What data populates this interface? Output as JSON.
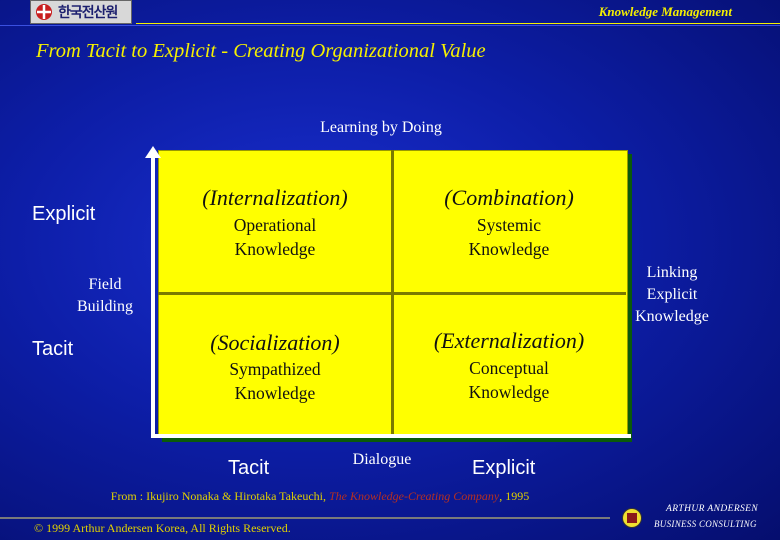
{
  "header": {
    "logo_text": "한국전산원",
    "section": "Knowledge Management",
    "title": "From Tacit to Explicit - Creating Organizational Value"
  },
  "diagram": {
    "top_label": "Learning by Doing",
    "left_label": "Field\nBuilding",
    "right_label": "Linking\nExplicit\nKnowledge",
    "bottom_label": "Dialogue",
    "y_axis": {
      "top": "Explicit",
      "bottom": "Tacit"
    },
    "x_axis": {
      "left": "Tacit",
      "right": "Explicit"
    },
    "quadrants": {
      "top_left": {
        "mode": "(Internalization)",
        "knowledge": "Operational\nKnowledge"
      },
      "top_right": {
        "mode": "(Combination)",
        "knowledge": "Systemic\nKnowledge"
      },
      "bottom_left": {
        "mode": "(Socialization)",
        "knowledge": "Sympathized\nKnowledge"
      },
      "bottom_right": {
        "mode": "(Externalization)",
        "knowledge": "Conceptual\nKnowledge"
      }
    }
  },
  "footer": {
    "source_prefix": "From : Ikujiro Nonaka & Hirotaka Takeuchi, ",
    "source_book": "The Knowledge-Creating Company",
    "source_suffix": ", 1995",
    "copyright": "© 1999 Arthur Andersen Korea, All Rights Reserved.",
    "brand_name": "ARTHUR ANDERSEN",
    "brand_sub": "BUSINESS CONSULTING"
  },
  "colors": {
    "background": "#0d1ea8",
    "title_yellow": "#f5f000",
    "matrix_fill": "#ffff00",
    "book_title": "#b83020"
  }
}
